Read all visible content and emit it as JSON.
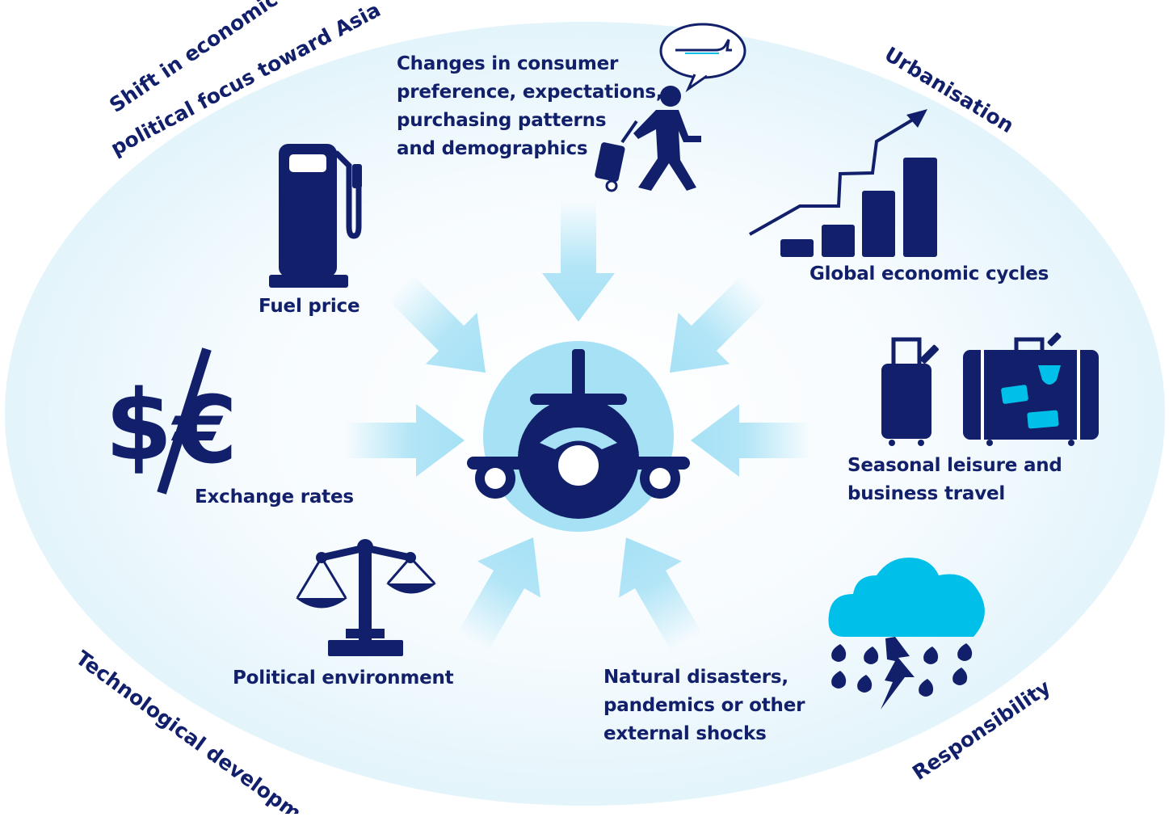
{
  "diagram": {
    "center": "airplane-icon",
    "outer_themes": {
      "top_left": [
        "Shift in economic and",
        "political focus toward Asia"
      ],
      "top_right": "Urbanisation",
      "bottom_left": "Technological development",
      "bottom_right": "Responsibility"
    },
    "factors": {
      "consumer": {
        "line1": "Changes in consumer",
        "line2": "preference, expectations,",
        "line3": "purchasing patterns",
        "line4": "and demographics",
        "icon": "traveller-with-luggage-icon"
      },
      "fuel": {
        "label": "Fuel price",
        "icon": "fuel-pump-icon"
      },
      "economic": {
        "label": "Global economic cycles",
        "icon": "rising-bar-chart-icon"
      },
      "exchange": {
        "label": "Exchange rates",
        "icon": "dollar-euro-icon"
      },
      "seasonal": {
        "line1": "Seasonal leisure and",
        "line2": "business travel",
        "icon": "suitcases-icon"
      },
      "political": {
        "label": "Political environment",
        "icon": "scales-icon"
      },
      "natural": {
        "line1": "Natural disasters,",
        "line2": "pandemics or other",
        "line3": "external shocks",
        "icon": "storm-cloud-icon"
      }
    },
    "colors": {
      "navy": "#12206b",
      "light_blue": "#a6e1f5",
      "cyan": "#00bfe8",
      "ellipse_fill": "#e9f6fc"
    }
  }
}
